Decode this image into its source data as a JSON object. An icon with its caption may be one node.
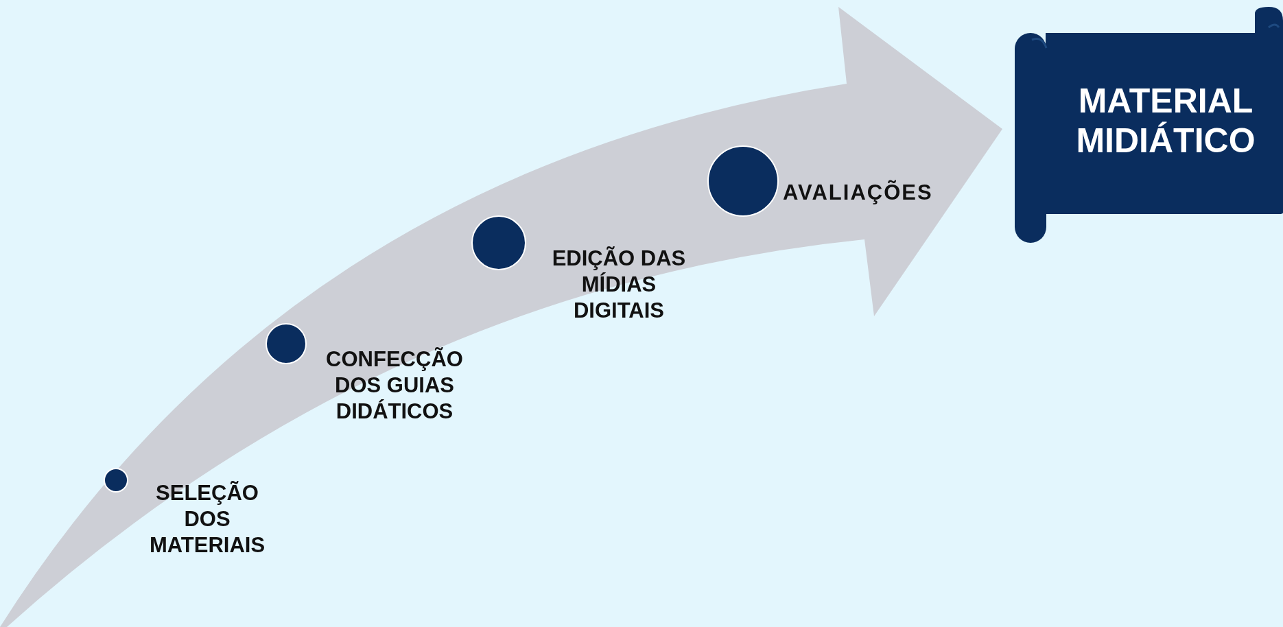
{
  "diagram": {
    "nodes": [
      {
        "text": [],
        "shape": "circle",
        "beside": [
          "SELEÇÃO DOS MATERIAIS"
        ]
      },
      {
        "text": [],
        "shape": "circle",
        "beside": [
          "CONFECÇÃO DOS GUIAS DIDÁTICOS"
        ]
      },
      {
        "text": [],
        "shape": "circle",
        "beside": [
          "EDIÇÃO DAS MÍDIAS DIGITAIS"
        ]
      },
      {
        "text": [],
        "shape": "circle",
        "beside": [
          "AVALIAÇÕES"
        ]
      },
      {
        "text": [
          "MATERIAL MIDIÁTICO"
        ]
      }
    ]
  }
}
